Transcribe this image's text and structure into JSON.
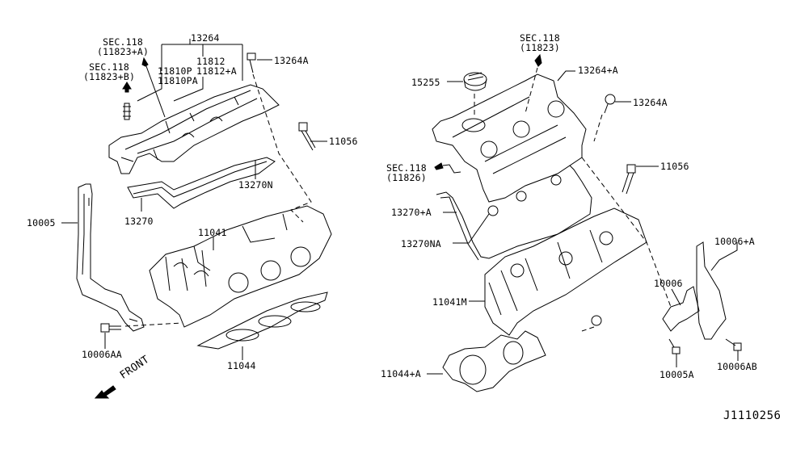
{
  "diagram": {
    "title_code": "J1110256",
    "front_label": "FRONT",
    "colors": {
      "line": "#000000",
      "background": "#ffffff"
    },
    "left_bank": {
      "parts": [
        {
          "id": "13264",
          "label": "13264"
        },
        {
          "id": "13264A",
          "label": "13264A"
        },
        {
          "id": "11812",
          "label": "11812"
        },
        {
          "id": "11812+A",
          "label": "11812+A"
        },
        {
          "id": "11810P",
          "label": "11810P"
        },
        {
          "id": "11810PA",
          "label": "11810PA"
        },
        {
          "id": "11056",
          "label": "11056"
        },
        {
          "id": "13270N",
          "label": "13270N"
        },
        {
          "id": "13270",
          "label": "13270"
        },
        {
          "id": "10005",
          "label": "10005"
        },
        {
          "id": "11041",
          "label": "11041"
        },
        {
          "id": "10006AA",
          "label": "10006AA"
        },
        {
          "id": "11044",
          "label": "11044"
        }
      ],
      "section_refs": [
        {
          "sec": "SEC.118",
          "ref": "(11823+A)"
        },
        {
          "sec": "SEC.118",
          "ref": "(11823+B)"
        }
      ]
    },
    "right_bank": {
      "parts": [
        {
          "id": "13264+A",
          "label": "13264+A"
        },
        {
          "id": "15255",
          "label": "15255"
        },
        {
          "id": "13264A",
          "label": "13264A"
        },
        {
          "id": "11056",
          "label": "11056"
        },
        {
          "id": "13270+A",
          "label": "13270+A"
        },
        {
          "id": "13270NA",
          "label": "13270NA"
        },
        {
          "id": "10006+A",
          "label": "10006+A"
        },
        {
          "id": "10006",
          "label": "10006"
        },
        {
          "id": "11041M",
          "label": "11041M"
        },
        {
          "id": "10005A",
          "label": "10005A"
        },
        {
          "id": "10006AB",
          "label": "10006AB"
        },
        {
          "id": "11044+A",
          "label": "11044+A"
        }
      ],
      "section_refs": [
        {
          "sec": "SEC.118",
          "ref": "(11823)"
        },
        {
          "sec": "SEC.118",
          "ref": "(11826)"
        }
      ]
    }
  }
}
